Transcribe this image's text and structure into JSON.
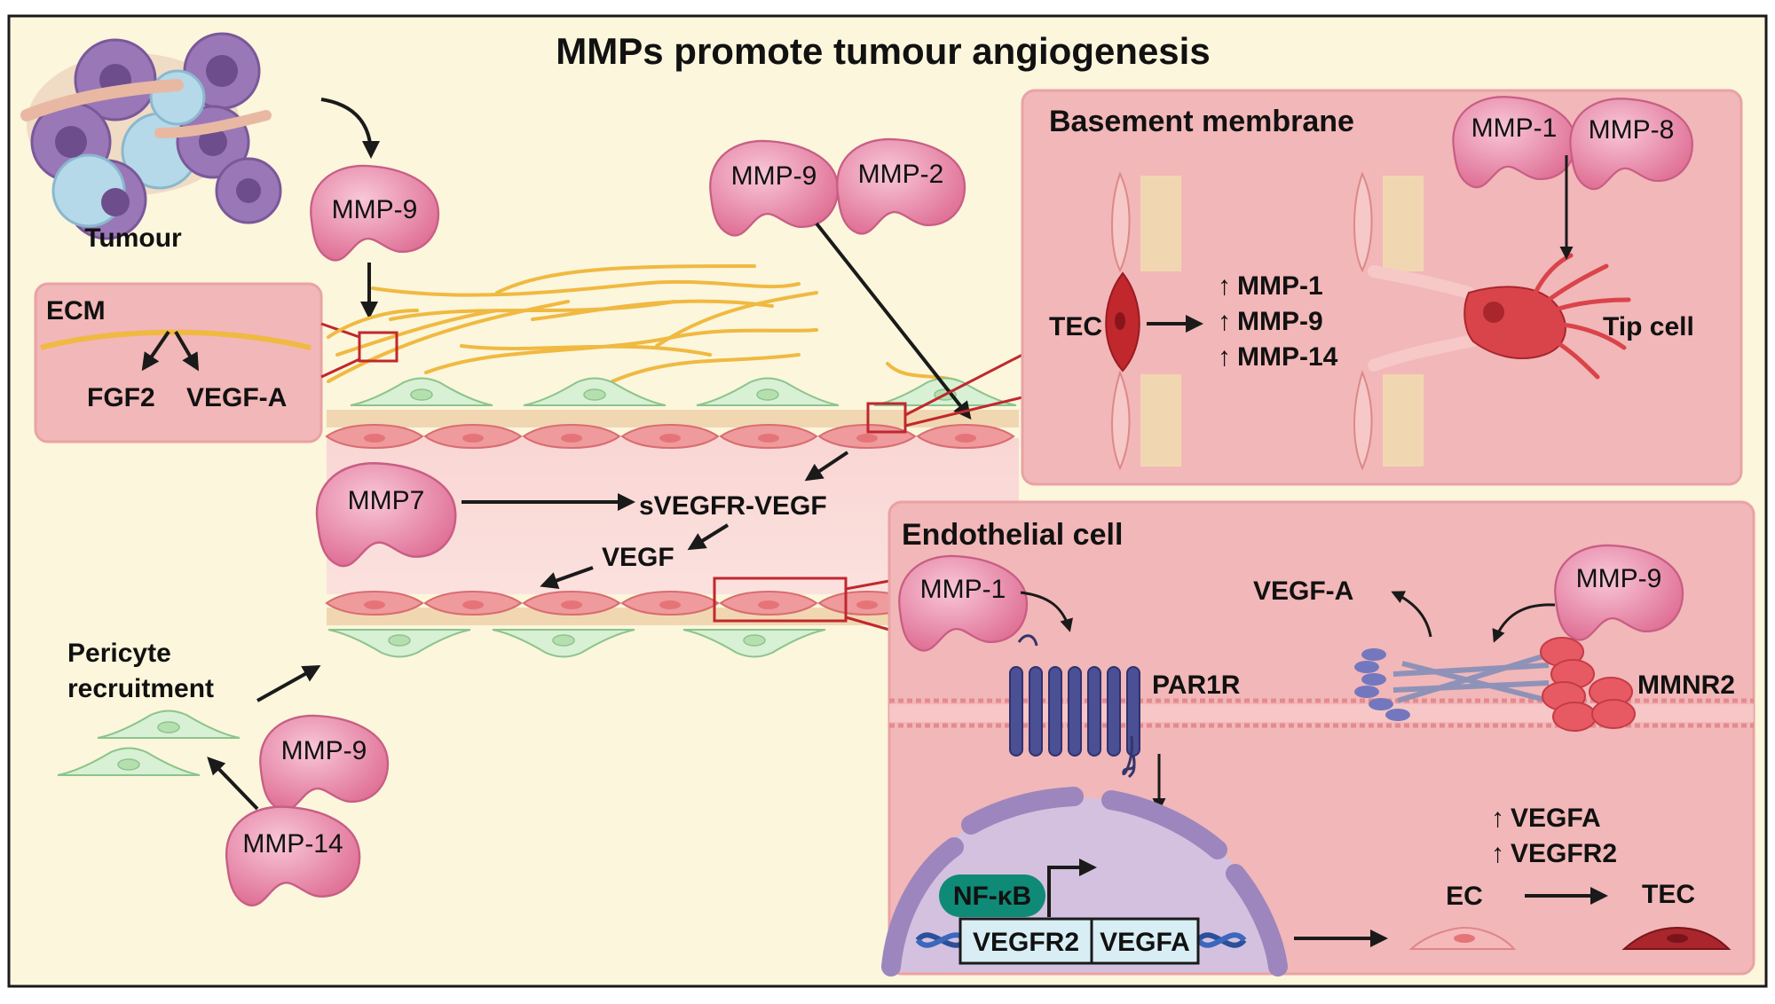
{
  "title": "MMPs promote tumour angiogenesis",
  "tumour": {
    "label": "Tumour",
    "mmp": "MMP-9"
  },
  "ecm": {
    "label": "ECM",
    "factor1": "FGF2",
    "factor2": "VEGF-A"
  },
  "vessel": {
    "mmp_top_left": "MMP-9",
    "mmp_top_right": "MMP-2",
    "mmp7": "MMP7",
    "svegfr": "sVEGFR-VEGF",
    "vegf": "VEGF"
  },
  "pericyte": {
    "label_line1": "Pericyte",
    "label_line2": "recruitment",
    "mmp_a": "MMP-9",
    "mmp_b": "MMP-14"
  },
  "basement_membrane": {
    "title": "Basement membrane",
    "tec": "TEC",
    "up1": "MMP-1",
    "up2": "MMP-9",
    "up3": "MMP-14",
    "mmp_a": "MMP-1",
    "mmp_b": "MMP-8",
    "tip_cell": "Tip cell",
    "up_arrow": "↑"
  },
  "endothelial": {
    "title": "Endothelial cell",
    "mmp1": "MMP-1",
    "par1r": "PAR1R",
    "vegfa": "VEGF-A",
    "mmp9": "MMP-9",
    "mmnr2": "MMNR2",
    "nfkb": "NF-κB",
    "gene1": "VEGFR2",
    "gene2": "VEGFA",
    "up_vegfa": "VEGFA",
    "up_vegfr2": "VEGFR2",
    "ec": "EC",
    "tec": "TEC",
    "up_arrow": "↑"
  },
  "colors": {
    "background": "#fbf6dc",
    "panel": "#f2b7b8",
    "panel_light": "#f8cfcf",
    "mmp_fill": "#e6799e",
    "fiber": "#f0b941",
    "endothelium": "#ef9a9c",
    "pericyte": "#d8f0d4",
    "highlight_box": "#c0282e",
    "nfkb": "#0f8a77",
    "receptor": "#4b4f93"
  }
}
